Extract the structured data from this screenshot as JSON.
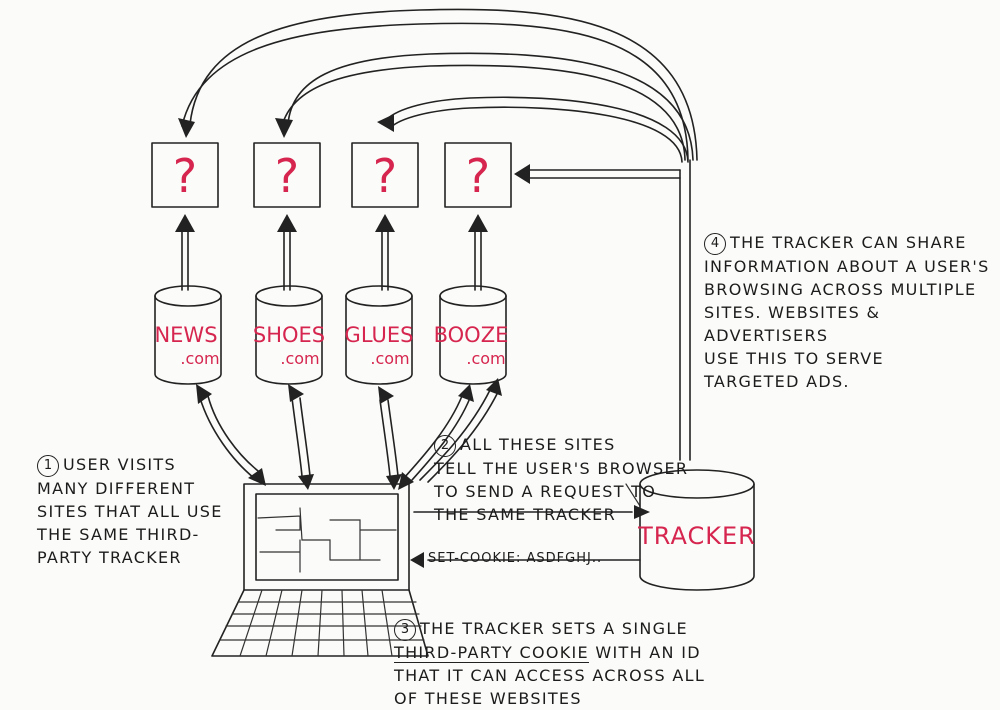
{
  "sites": [
    {
      "name": "NEWS",
      "tld": ".com"
    },
    {
      "name": "SHOES",
      "tld": ".com"
    },
    {
      "name": "GLUES",
      "tld": ".com"
    },
    {
      "name": "BOOZE",
      "tld": ".com"
    }
  ],
  "unknown_box_label": "?",
  "tracker_label": "TRACKER",
  "cookie_header": "SET-COOKIE: ASDFGHJ..",
  "steps": {
    "step1": {
      "number": "1",
      "text": "USER VISITS\nMANY DIFFERENT\nSITES THAT ALL USE\nTHE SAME THIRD-\nPARTY TRACKER"
    },
    "step2": {
      "number": "2",
      "text": "ALL THESE SITES\nTELL THE USER'S BROWSER\nTO SEND A REQUEST TO\nTHE SAME TRACKER"
    },
    "step3": {
      "number": "3",
      "lead": "THE TRACKER SETS A SINGLE",
      "underlined": "THIRD-PARTY COOKIE",
      "rest": " WITH AN ID\nTHAT IT CAN ACCESS ACROSS ALL\nOF THESE WEBSITES"
    },
    "step4": {
      "number": "4",
      "text": "THE TRACKER CAN SHARE\nINFORMATION ABOUT A USER'S\nBROWSING ACROSS MULTIPLE\nSITES. WEBSITES & ADVERTISERS\nUSE THIS TO SERVE\nTARGETED ADS."
    }
  },
  "colors": {
    "ink": "#222222",
    "accent": "#d6264f",
    "paper": "#fbfbf9"
  }
}
